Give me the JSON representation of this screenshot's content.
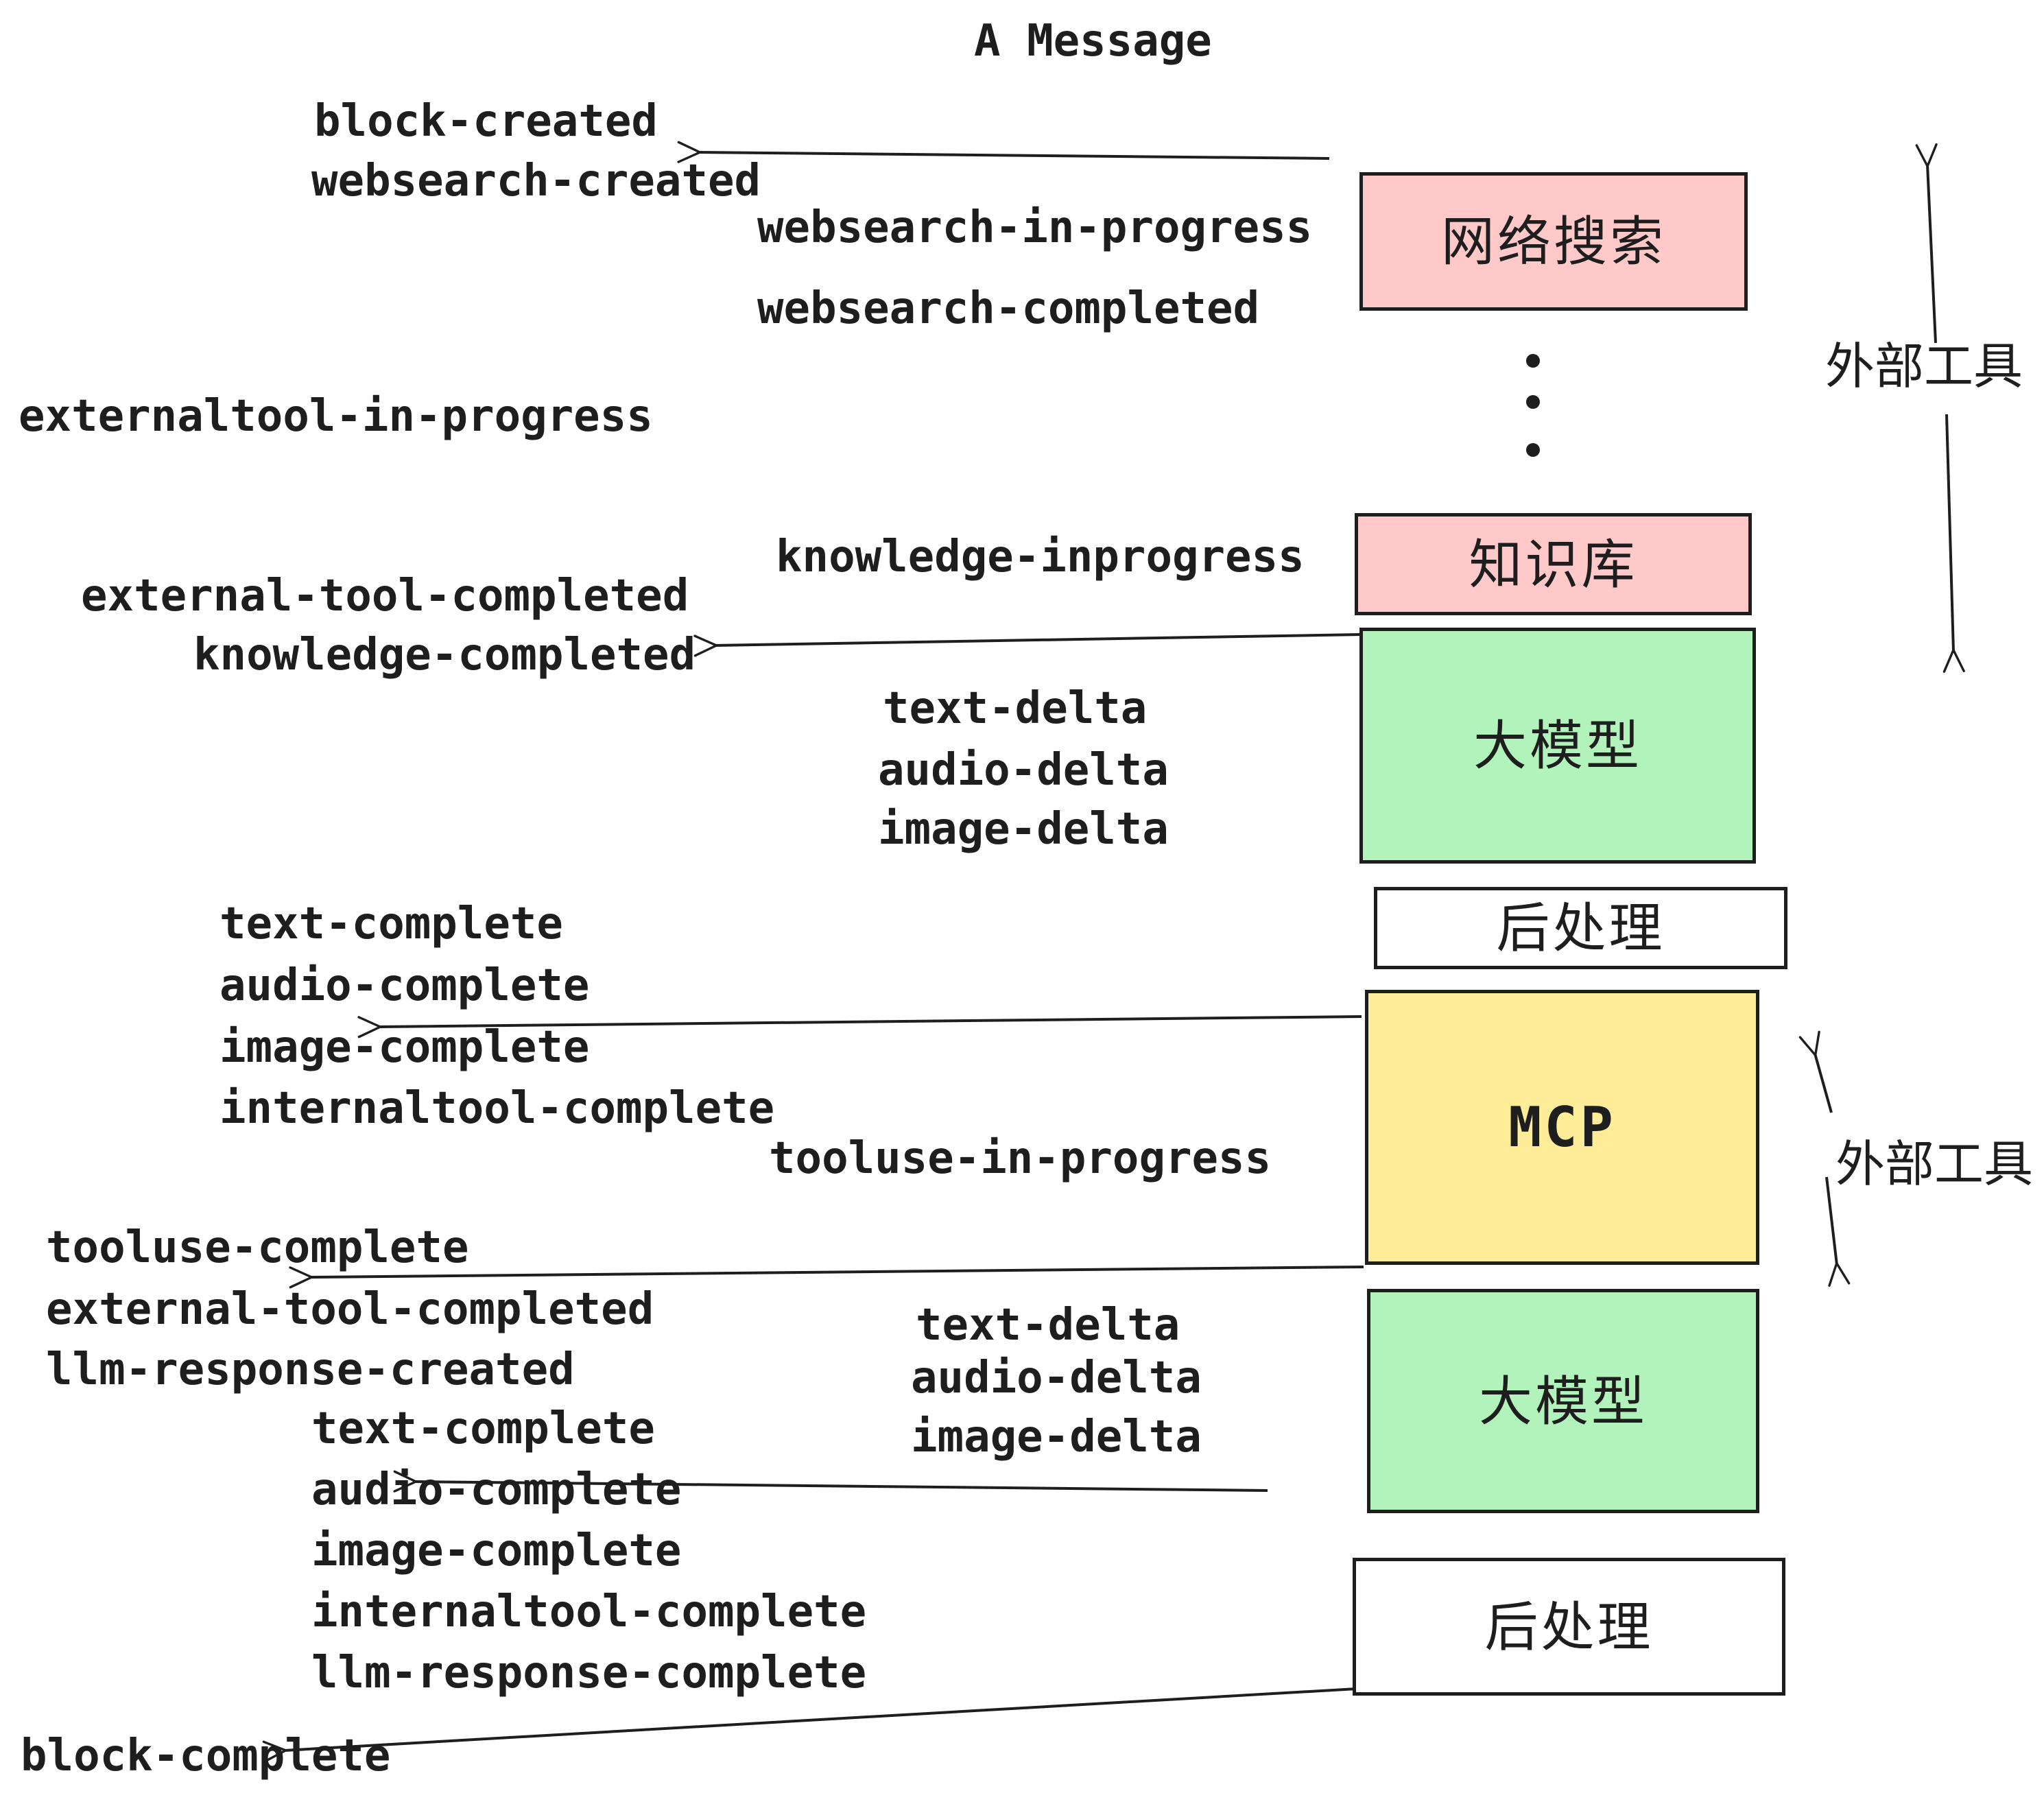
{
  "title": "A Message",
  "colors": {
    "pink": "#ffc9c9",
    "green": "#b2f2bb",
    "yellow": "#ffec99",
    "white": "#ffffff",
    "ink": "#1e1e1e"
  },
  "nodes": [
    {
      "label": "网络搜索",
      "color": "pink"
    },
    {
      "label": "知识库",
      "color": "pink"
    },
    {
      "label": "大模型",
      "color": "green"
    },
    {
      "label": "后处理",
      "color": "white"
    },
    {
      "label": "MCP",
      "color": "yellow"
    },
    {
      "label": "大模型",
      "color": "green"
    },
    {
      "label": "后处理",
      "color": "white"
    }
  ],
  "side_labels": [
    {
      "text": "外部工具"
    },
    {
      "text": "外部工具"
    }
  ],
  "icons": [
    {
      "name": "vertical-ellipsis-dots"
    }
  ],
  "events": [
    {
      "text": "block-created"
    },
    {
      "text": "websearch-created"
    },
    {
      "text": "websearch-in-progress"
    },
    {
      "text": "websearch-completed"
    },
    {
      "text": "externaltool-in-progress"
    },
    {
      "text": "external-tool-completed"
    },
    {
      "text": "knowledge-completed"
    },
    {
      "text": "knowledge-inprogress"
    },
    {
      "text": "text-delta"
    },
    {
      "text": "audio-delta"
    },
    {
      "text": "image-delta"
    },
    {
      "text": "text-complete"
    },
    {
      "text": "audio-complete"
    },
    {
      "text": "image-complete"
    },
    {
      "text": "internaltool-complete"
    },
    {
      "text": "tooluse-in-progress"
    },
    {
      "text": "tooluse-complete"
    },
    {
      "text": "external-tool-completed"
    },
    {
      "text": "llm-response-created"
    },
    {
      "text": "text-complete"
    },
    {
      "text": "audio-complete"
    },
    {
      "text": "image-complete"
    },
    {
      "text": "internaltool-complete"
    },
    {
      "text": "llm-response-complete"
    },
    {
      "text": "text-delta"
    },
    {
      "text": "audio-delta"
    },
    {
      "text": "image-delta"
    },
    {
      "text": "block-complete"
    }
  ]
}
